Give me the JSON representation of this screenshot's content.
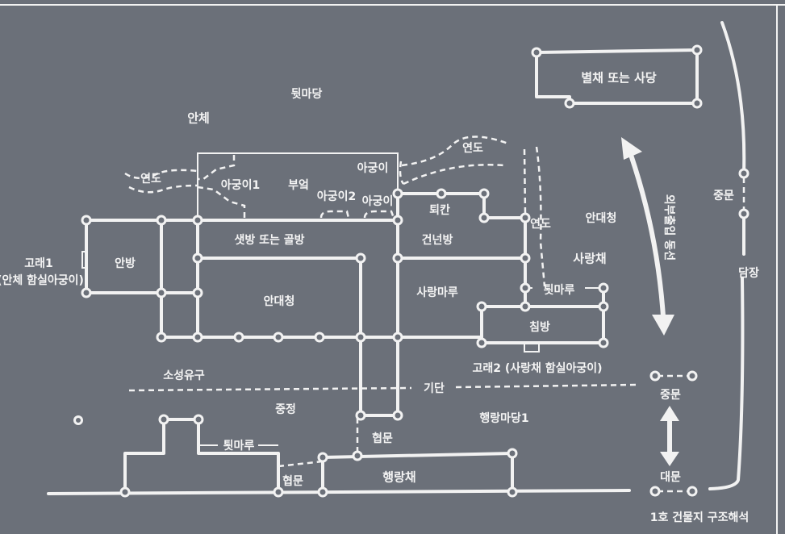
{
  "title": "1호 건물지 구조해석",
  "labels": {
    "back_yard": "뒷마당",
    "anche": "안체",
    "flue_left": "연도",
    "agungi1": "아궁이1",
    "kitchen": "부엌",
    "agungi_top": "아궁이",
    "agungi2": "아궁이2",
    "agungi_right": "아궁이",
    "flue_mid": "연도",
    "toekan": "퇴칸",
    "flue_right": "연도",
    "andaecheong_right": "안대청",
    "sarangchae": "사랑채",
    "gorae1": "고래1",
    "gorae1_note": "(안체 함실아궁이)",
    "anbang": "안방",
    "saetbang": "샛방 또는 골방",
    "geonneonbang": "건넌방",
    "andaecheong": "안대청",
    "sarangmaru": "사랑마루",
    "twitmaru_right": "툇마루",
    "chimbang": "침방",
    "gorae2": "고래2 (사랑채 함실아궁이)",
    "soseong": "소성유구",
    "gidan": "기단",
    "jungjeong": "중정",
    "haengrang_yard": "행랑마당1",
    "twitmaru_left": "툇마루",
    "hyeopmun_mid": "협문",
    "hyeopmun_left": "협문",
    "haengrangchae": "행랑채",
    "byeolchae": "별채 또는 사당",
    "circulation": "외부출입 동선",
    "jungmun_wall": "중문",
    "wall": "담장",
    "jungmun": "중문",
    "daemun": "대문"
  }
}
